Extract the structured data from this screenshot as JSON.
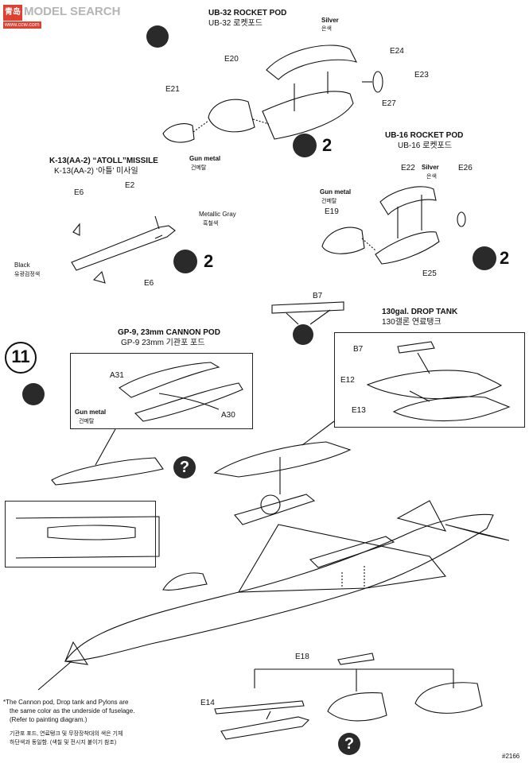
{
  "watermark": {
    "logo": "青岛",
    "site": "MODEL SEARCH",
    "url": "www.ccw.com"
  },
  "step_number": "11",
  "ub32": {
    "title": "UB-32 ROCKET POD",
    "title_kr": "UB-32 로켓포드",
    "silver": "Silver",
    "silver_kr": "은색",
    "gun_metal": "Gun metal",
    "gun_metal_kr": "건메탈",
    "ref": "2",
    "parts": {
      "e20": "E20",
      "e21": "E21",
      "e24": "E24",
      "e23": "E23",
      "e27": "E27"
    }
  },
  "k13": {
    "title": "K-13(AA-2) “ATOLL”MISSILE",
    "title_kr": "K-13(AA-2) ‘아틀’ 미사일",
    "metallic_gray": "Metallic Gray",
    "metallic_gray_kr": "흑철색",
    "black": "Black",
    "black_kr": "유광검정색",
    "ref": "2",
    "parts": {
      "e6a": "E6",
      "e2": "E2",
      "e6b": "E6"
    }
  },
  "ub16": {
    "title": "UB-16 ROCKET POD",
    "title_kr": "UB-16 로켓포드",
    "silver": "Silver",
    "silver_kr": "은색",
    "gun_metal": "Gun metal",
    "gun_metal_kr": "건메탈",
    "ref": "2",
    "parts": {
      "e22": "E22",
      "e26": "E26",
      "e19": "E19",
      "e25": "E25"
    }
  },
  "pylon": {
    "part": "B7"
  },
  "drop_tank": {
    "title": "130gal. DROP TANK",
    "title_kr": "130갤론 연료탱크",
    "parts": {
      "b7": "B7",
      "e12": "E12",
      "e13": "E13"
    }
  },
  "gp9": {
    "title": "GP-9, 23mm CANNON POD",
    "title_kr": "GP-9 23mm 기관포 포드",
    "gun_metal": "Gun metal",
    "gun_metal_kr": "건메탈",
    "parts": {
      "a31": "A31",
      "a30": "A30"
    }
  },
  "bottom": {
    "parts": {
      "e18": "E18",
      "e14": "E14"
    }
  },
  "note": {
    "en": [
      "*The Cannon pod, Drop tank and Pylons are",
      "the same color as the underside of fuselage.",
      "(Refer to painting diagram.)"
    ],
    "kr": [
      "기관포 포드, 연료탱크 및 무장장착대의 색은 기체",
      "하단색과 동일함. (색칠 및 전시지 붙이기 참조)"
    ]
  },
  "question_mark": "?",
  "page_code": "#2166"
}
